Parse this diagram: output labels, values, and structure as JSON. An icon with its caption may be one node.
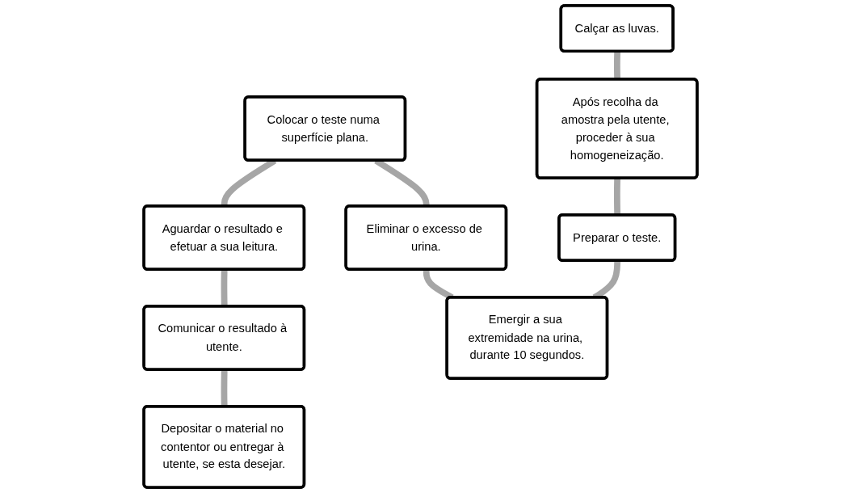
{
  "diagram": {
    "nodes": [
      {
        "text": [
          "Calçar as luvas."
        ]
      },
      {
        "text": [
          "Colocar o teste numa superfície plana."
        ]
      },
      {
        "text": [
          "Aguardar o resultado e efetuar a sua leitura."
        ]
      },
      {
        "text": [
          "Após recolha da amostra pela utente, proceder à sua homogeneização."
        ]
      },
      {
        "text": [
          "Eliminar o excesso de urina."
        ]
      },
      {
        "text": [
          "Comunicar o resultado à utente."
        ]
      },
      {
        "text": [
          "Preparar o teste."
        ]
      },
      {
        "text": [
          "Emergir a sua extremidade na urina, durante 10 segundos."
        ]
      },
      {
        "text": [
          "Depositar o material no contentor ou entregar à utente, se esta desejar."
        ]
      }
    ],
    "edges": [
      {
        "from": 0,
        "to": 3,
        "arrow": "none"
      },
      {
        "from": 3,
        "to": 6,
        "arrow": "none"
      },
      {
        "from": 6,
        "to": 7,
        "arrow": "none"
      },
      {
        "from": 7,
        "to": 4,
        "arrow": "none"
      },
      {
        "from": 4,
        "to": 1,
        "arrow": "none"
      },
      {
        "from": 1,
        "to": 2,
        "arrow": "none"
      },
      {
        "from": 2,
        "to": 5,
        "arrow": "none"
      },
      {
        "from": 5,
        "to": 8,
        "arrow": "none"
      }
    ]
  }
}
